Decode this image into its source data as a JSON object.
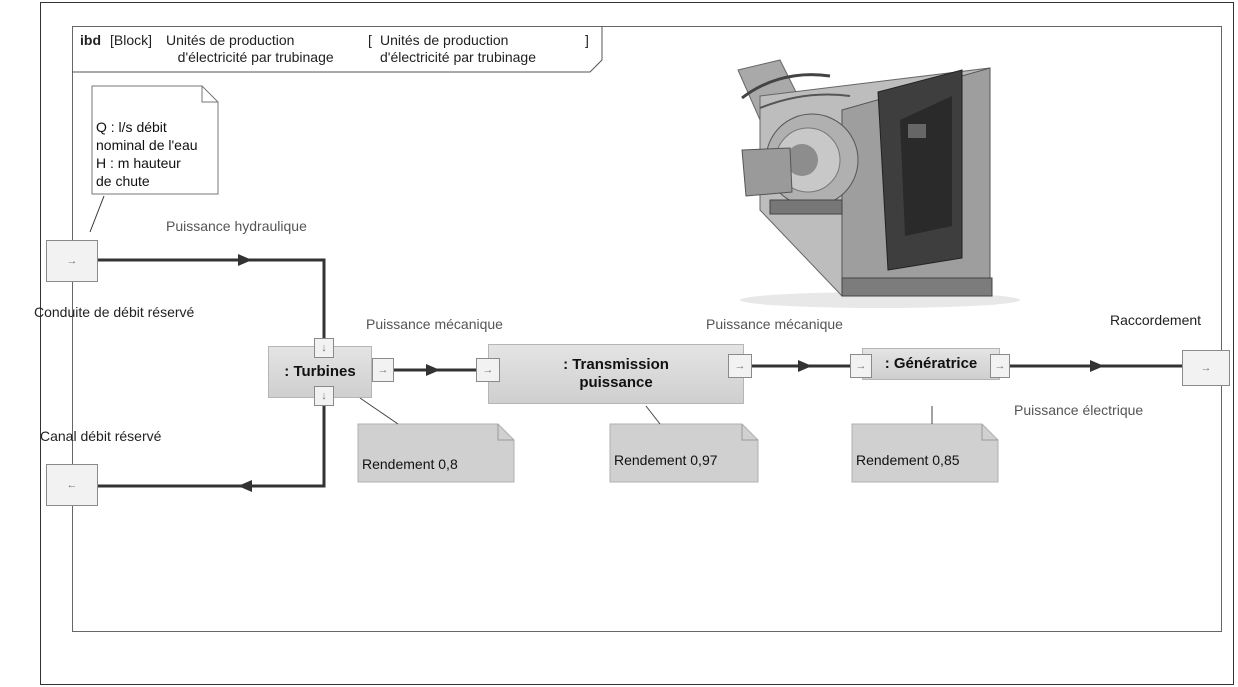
{
  "frame": {
    "tab_keyword": "ibd",
    "tab_stereotype": "[Block]",
    "tab_name": "Unités de production\n   d'électricité par trubinage",
    "tab_bracket_open": "[",
    "tab_name_repeat": "Unités de production\nd'électricité par trubinage",
    "tab_bracket_close": "]"
  },
  "note": {
    "text": "Q : l/s débit\nnominal de l'eau\nH : m hauteur\nde chute"
  },
  "ports": {
    "conduite_label": "Conduite de débit réservé",
    "canal_label": "Canal débit réservé",
    "raccordement_label": "Raccordement",
    "in_arrow": "→",
    "out_arrow": "←",
    "down_arrow": "↓"
  },
  "flows": {
    "hydraulique": "Puissance hydraulique",
    "mecanique_1": "Puissance mécanique",
    "mecanique_2": "Puissance mécanique",
    "electrique": "Puissance électrique"
  },
  "parts": {
    "turbines": ": Turbines",
    "transmission": ": Transmission\npuissance",
    "generatrice": ": Génératrice"
  },
  "efficiencies": {
    "turbines": "Rendement 0,8",
    "transmission": "Rendement 0,97",
    "generatrice": "Rendement 0,85"
  },
  "colors": {
    "flow_line": "#333333",
    "part_fill": "#d8d8d8",
    "note_fill": "#d0d0d0"
  }
}
